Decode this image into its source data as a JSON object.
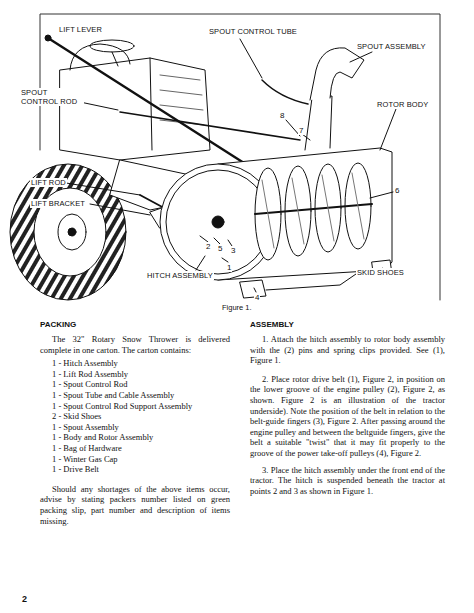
{
  "diagram": {
    "caption": "Figure 1.",
    "labels": [
      "LIFT LEVER",
      "SPOUT CONTROL TUBE",
      "SPOUT ASSEMBLY",
      "SPOUT CONTROL ROD",
      "ROTOR BODY",
      "LIFT ROD",
      "LIFT BRACKET",
      "HITCH ASSEMBLY",
      "SKID SHOES",
      "8",
      "7",
      "6",
      "2",
      "5",
      "3",
      "1",
      "4",
      "PACKING",
      "The 32\" Rotary Snow Thrower is delivered complete in one carton. The carton contains:",
      "1 - Hitch Assembly",
      "1 - Lift Rod Assembly",
      "1 - Spout Control Rod",
      "1 - Spout Tube and Cable Assembly",
      "1 - Spout Control Rod Support Assembly",
      "2 - Skid Shoes",
      "1 - Spout Assembly",
      "1 - Body and Rotor Assembly",
      "1 - Bag of Hardware",
      "1 - Winter Gas Cap",
      "1 - Drive Belt",
      "Should any shortages of the above items occur, advise by stating packers number listed on green packing slip, part number and description of items missing.",
      "ASSEMBLY",
      "1. Attach the hitch assembly to rotor body assembly with the (2) pins and spring clips provided. See (1), Figure 1.",
      "2. Place rotor drive belt (1), Figure 2, in position on the lower groove of the engine pulley (2), Figure 2, as shown. Figure 2 is an illustration of the tractor underside). Note the position of the belt in relation to the belt-guide fingers (3), Figure 2. After passing around the engine pulley and between the beltguide fingers, give the belt a suitable \"twist\" that it may fit properly to the groove of the power take-off pulleys (4), Figure 2.",
      "3. Place the hitch assembly under the front end of the tractor. The hitch is suspended beneath the tractor at points 2 and 3 as shown in Figure 1.",
      "2"
    ]
  }
}
